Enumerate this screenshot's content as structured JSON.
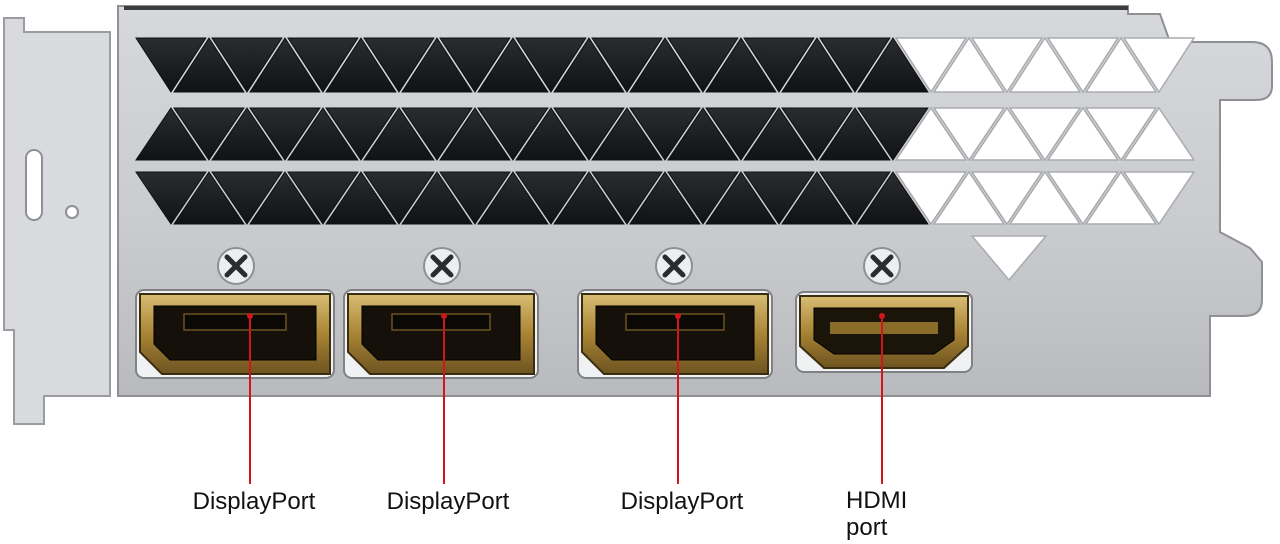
{
  "diagram": {
    "subject": "graphics card I/O bracket",
    "ports": [
      {
        "kind": "displayport",
        "label": "DisplayPort"
      },
      {
        "kind": "displayport",
        "label": "DisplayPort"
      },
      {
        "kind": "displayport",
        "label": "DisplayPort"
      },
      {
        "kind": "hdmi",
        "label": "HDMI\nport"
      }
    ],
    "colors": {
      "bracket": "#c9cbce",
      "bracket_edge": "#8e9094",
      "vent_dark": "#1b1d20",
      "port_gold": "#b8953f",
      "leader_line": "#d0151b",
      "label_text": "#111111"
    }
  }
}
